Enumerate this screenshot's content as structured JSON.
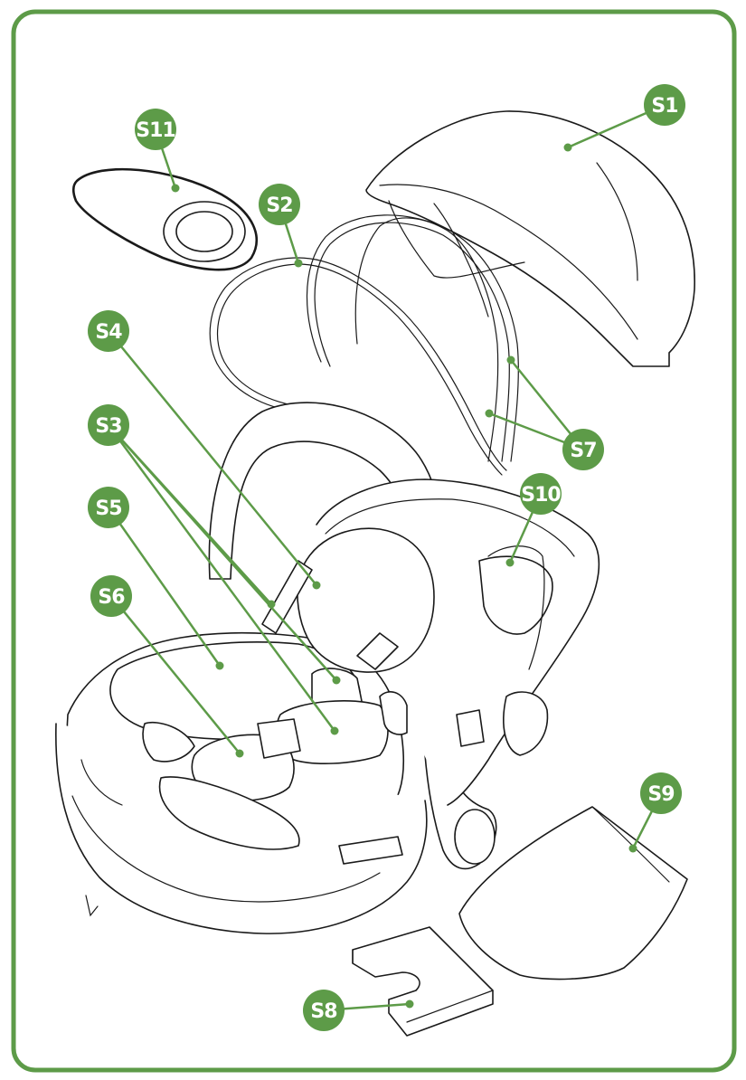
{
  "colors": {
    "frame": "#5d9b48",
    "badge": "#5d9b48",
    "badge_text": "#ffffff",
    "line_art": "#1a1a1a",
    "background": "#ffffff"
  },
  "labels": {
    "s1": "S1",
    "s2": "S2",
    "s3": "S3",
    "s4": "S4",
    "s5": "S5",
    "s6": "S6",
    "s7": "S7",
    "s8": "S8",
    "s9": "S9",
    "s10": "S10",
    "s11": "S11"
  }
}
